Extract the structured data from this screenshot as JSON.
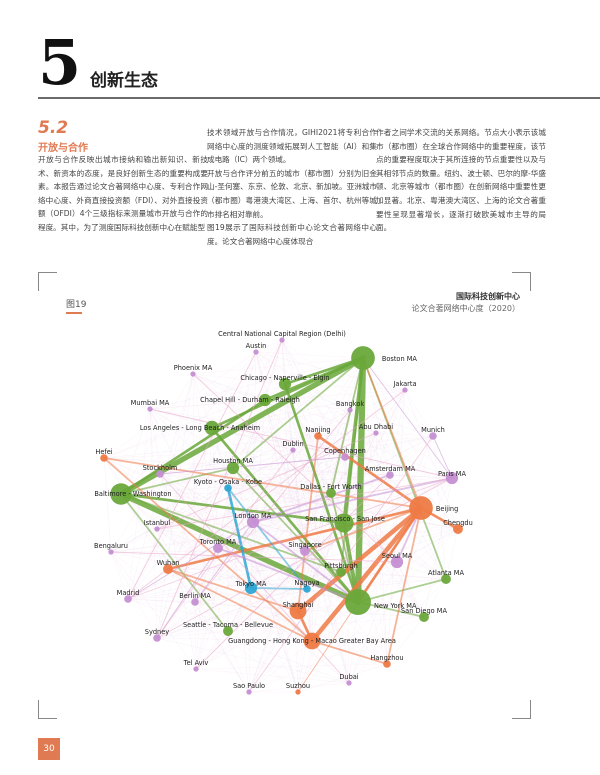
{
  "chapter": {
    "number": "5",
    "title": "创新生态"
  },
  "section": {
    "number": "5.2",
    "title": "开放与合作"
  },
  "body": {
    "col1": "开放与合作反映出城市接纳和输出新知识、新技术、新资本的态度，是良好创新生态的重要构成要素。本报告通过论文合著网络中心度、专利合作网络中心度、外商直接投资额（FDI）、对外直接投资额（OFDI）4个三级指标来测量城市开放与合作的程度。其中，为了测度国际科技创新中心在赋能型",
    "col2a": "技术领域开放与合作情况，GIHI2021将专利合作网络中心度的测度领域拓展到人工智能（AI）和集成电路（IC）两个领域。",
    "col2b": "开放与合作评分前五的城市（都市圈）分别为旧金山-圣何塞、东京、伦敦、北京、新加坡。亚洲城市（都市圈）粤港澳大湾区、上海、首尔、杭州等城市排名相对靠前。",
    "col2c": "图19展示了国际科技创新中心论文合著网络中心度。论文合著网络中心度体现合",
    "col3": "作者之间学术交流的关系网络。节点大小表示该城市（都市圈）在全球合作网络中的重要程度，该节点的重要程度取决于其所连接的节点重要性以及与其相邻节点的数量。纽约、波士顿、巴尔的摩-华盛顿、北京等城市（都市圈）在创新网络中重要性更加显著。北京、粤港澳大湾区、上海的论文合著重要性呈现显著增长，逐渐打破欧美城市主导的局面。"
  },
  "figure": {
    "label": "图19",
    "title": "国际科技创新中心",
    "subtitle": "论文合著网络中心度（2020）"
  },
  "colors": {
    "green": "#6aa83a",
    "orange": "#ee7a45",
    "purple": "#c58fd3",
    "pink": "#e9a6c8",
    "blue": "#2da7d4",
    "accent": "#e07a52"
  },
  "nodes": [
    {
      "name": "Central National Capital Region (Delhi)",
      "c": "purple",
      "r": 1
    },
    {
      "name": "Austin",
      "c": "purple",
      "r": 1
    },
    {
      "name": "Boston MA",
      "c": "green",
      "r": 9
    },
    {
      "name": "Phoenix MA",
      "c": "purple",
      "r": 1
    },
    {
      "name": "Chicago - Naperville - Elgin",
      "c": "green",
      "r": 4
    },
    {
      "name": "Jakarta",
      "c": "purple",
      "r": 1
    },
    {
      "name": "Mumbai MA",
      "c": "purple",
      "r": 1
    },
    {
      "name": "Chapel Hill - Durham - Raleigh",
      "c": "green",
      "r": 4
    },
    {
      "name": "Bangkok",
      "c": "purple",
      "r": 1
    },
    {
      "name": "Los Angeles - Long Beach - Anaheim",
      "c": "green",
      "r": 5
    },
    {
      "name": "Nanjing",
      "c": "orange",
      "r": 2
    },
    {
      "name": "Abu Dhabi",
      "c": "purple",
      "r": 1
    },
    {
      "name": "Munich",
      "c": "purple",
      "r": 2
    },
    {
      "name": "Dublin",
      "c": "purple",
      "r": 1
    },
    {
      "name": "Hefei",
      "c": "orange",
      "r": 2
    },
    {
      "name": "Houston MA",
      "c": "green",
      "r": 4
    },
    {
      "name": "Copenhagen",
      "c": "purple",
      "r": 2
    },
    {
      "name": "Stockholm",
      "c": "purple",
      "r": 2
    },
    {
      "name": "Amsterdam MA",
      "c": "purple",
      "r": 2
    },
    {
      "name": "Paris MA",
      "c": "purple",
      "r": 4
    },
    {
      "name": "Kyoto - Osaka - Kobe",
      "c": "blue",
      "r": 2
    },
    {
      "name": "Dallas - Fort Worth",
      "c": "green",
      "r": 3
    },
    {
      "name": "Baltimore - Washington",
      "c": "green",
      "r": 8
    },
    {
      "name": "Beijing",
      "c": "orange",
      "r": 9
    },
    {
      "name": "London MA",
      "c": "purple",
      "r": 4
    },
    {
      "name": "Istanbul",
      "c": "purple",
      "r": 1
    },
    {
      "name": "San Francisco - San Jose",
      "c": "green",
      "r": 7
    },
    {
      "name": "Chengdu",
      "c": "orange",
      "r": 3
    },
    {
      "name": "Toronto MA",
      "c": "purple",
      "r": 3
    },
    {
      "name": "Singapore",
      "c": "purple",
      "r": 3
    },
    {
      "name": "Bengaluru",
      "c": "purple",
      "r": 1
    },
    {
      "name": "Seoul MA",
      "c": "purple",
      "r": 4
    },
    {
      "name": "Wuhan",
      "c": "orange",
      "r": 3
    },
    {
      "name": "Pittsburgh",
      "c": "green",
      "r": 3
    },
    {
      "name": "Atlanta MA",
      "c": "green",
      "r": 3
    },
    {
      "name": "Tokyo MA",
      "c": "blue",
      "r": 4
    },
    {
      "name": "Nagoya",
      "c": "blue",
      "r": 2
    },
    {
      "name": "Madrid",
      "c": "purple",
      "r": 2
    },
    {
      "name": "Berlin MA",
      "c": "purple",
      "r": 2
    },
    {
      "name": "Shanghai",
      "c": "orange",
      "r": 6
    },
    {
      "name": "New York MA",
      "c": "green",
      "r": 10
    },
    {
      "name": "San Diego MA",
      "c": "green",
      "r": 3
    },
    {
      "name": "Seattle - Tacoma - Bellevue",
      "c": "green",
      "r": 3
    },
    {
      "name": "Sydney",
      "c": "purple",
      "r": 2
    },
    {
      "name": "Guangdong - Hong Kong - Macao Greater Bay Area",
      "c": "orange",
      "r": 6
    },
    {
      "name": "Hangzhou",
      "c": "orange",
      "r": 2
    },
    {
      "name": "Tel Aviv",
      "c": "purple",
      "r": 1
    },
    {
      "name": "Dubai",
      "c": "purple",
      "r": 1
    },
    {
      "name": "Sao Paulo",
      "c": "purple",
      "r": 1
    },
    {
      "name": "Suzhou",
      "c": "orange",
      "r": 1
    }
  ],
  "edges": [
    {
      "a": "New York MA",
      "b": "Boston MA",
      "w": 7,
      "c": "green"
    },
    {
      "a": "New York MA",
      "b": "Baltimore - Washington",
      "w": 6,
      "c": "green"
    },
    {
      "a": "Boston MA",
      "b": "Baltimore - Washington",
      "w": 6,
      "c": "green"
    },
    {
      "a": "New York MA",
      "b": "Los Angeles - Long Beach - Anaheim",
      "w": 3,
      "c": "green"
    },
    {
      "a": "Boston MA",
      "b": "Los Angeles - Long Beach - Anaheim",
      "w": 3,
      "c": "green"
    },
    {
      "a": "Boston MA",
      "b": "San Francisco - San Jose",
      "w": 4,
      "c": "green"
    },
    {
      "a": "New York MA",
      "b": "San Francisco - San Jose",
      "w": 4,
      "c": "green"
    },
    {
      "a": "Boston MA",
      "b": "Chicago - Naperville - Elgin",
      "w": 3,
      "c": "green"
    },
    {
      "a": "New York MA",
      "b": "Chicago - Naperville - Elgin",
      "w": 3,
      "c": "green"
    },
    {
      "a": "Boston MA",
      "b": "Chapel Hill - Durham - Raleigh",
      "w": 3,
      "c": "green"
    },
    {
      "a": "Baltimore - Washington",
      "b": "Chapel Hill - Durham - Raleigh",
      "w": 3,
      "c": "green"
    },
    {
      "a": "Baltimore - Washington",
      "b": "Houston MA",
      "w": 2,
      "c": "green"
    },
    {
      "a": "New York MA",
      "b": "Houston MA",
      "w": 2,
      "c": "green"
    },
    {
      "a": "Boston MA",
      "b": "Houston MA",
      "w": 2,
      "c": "green"
    },
    {
      "a": "Baltimore - Washington",
      "b": "San Francisco - San Jose",
      "w": 3,
      "c": "green"
    },
    {
      "a": "Boston MA",
      "b": "Pittsburgh",
      "w": 2,
      "c": "green"
    },
    {
      "a": "Baltimore - Washington",
      "b": "Pittsburgh",
      "w": 2,
      "c": "green"
    },
    {
      "a": "New York MA",
      "b": "Atlanta MA",
      "w": 2,
      "c": "green"
    },
    {
      "a": "Boston MA",
      "b": "Atlanta MA",
      "w": 2,
      "c": "green"
    },
    {
      "a": "New York MA",
      "b": "San Diego MA",
      "w": 2,
      "c": "green"
    },
    {
      "a": "Baltimore - Washington",
      "b": "Seattle - Tacoma - Bellevue",
      "w": 2,
      "c": "green"
    },
    {
      "a": "Boston MA",
      "b": "Dallas - Fort Worth",
      "w": 2,
      "c": "green"
    },
    {
      "a": "New York MA",
      "b": "Dallas - Fort Worth",
      "w": 2,
      "c": "green"
    },
    {
      "a": "Beijing",
      "b": "Shanghai",
      "w": 5,
      "c": "orange"
    },
    {
      "a": "Beijing",
      "b": "Guangdong - Hong Kong - Macao Greater Bay Area",
      "w": 5,
      "c": "orange"
    },
    {
      "a": "Shanghai",
      "b": "Guangdong - Hong Kong - Macao Greater Bay Area",
      "w": 3,
      "c": "orange"
    },
    {
      "a": "Beijing",
      "b": "Wuhan",
      "w": 3,
      "c": "orange"
    },
    {
      "a": "Beijing",
      "b": "Nanjing",
      "w": 3,
      "c": "orange"
    },
    {
      "a": "Beijing",
      "b": "Hefei",
      "w": 2,
      "c": "orange"
    },
    {
      "a": "Beijing",
      "b": "Chengdu",
      "w": 3,
      "c": "orange"
    },
    {
      "a": "Beijing",
      "b": "Hangzhou",
      "w": 2,
      "c": "orange"
    },
    {
      "a": "Beijing",
      "b": "New York MA",
      "w": 3,
      "c": "orange"
    },
    {
      "a": "Beijing",
      "b": "Boston MA",
      "w": 2,
      "c": "orange"
    },
    {
      "a": "Shanghai",
      "b": "Wuhan",
      "w": 2,
      "c": "orange"
    },
    {
      "a": "Shanghai",
      "b": "Nanjing",
      "w": 2,
      "c": "orange"
    },
    {
      "a": "Guangdong - Hong Kong - Macao Greater Bay Area",
      "b": "Wuhan",
      "w": 2,
      "c": "orange"
    },
    {
      "a": "Guangdong - Hong Kong - Macao Greater Bay Area",
      "b": "Hefei",
      "w": 2,
      "c": "orange"
    },
    {
      "a": "Guangdong - Hong Kong - Macao Greater Bay Area",
      "b": "Hangzhou",
      "w": 2,
      "c": "orange"
    },
    {
      "a": "Beijing",
      "b": "Suzhou",
      "w": 1,
      "c": "orange"
    },
    {
      "a": "Tokyo MA",
      "b": "Kyoto - Osaka - Kobe",
      "w": 3,
      "c": "blue"
    },
    {
      "a": "Tokyo MA",
      "b": "Nagoya",
      "w": 2,
      "c": "blue"
    },
    {
      "a": "Kyoto - Osaka - Kobe",
      "b": "Nagoya",
      "w": 2,
      "c": "blue"
    },
    {
      "a": "London MA",
      "b": "Paris MA",
      "w": 2,
      "c": "purple"
    },
    {
      "a": "London MA",
      "b": "Amsterdam MA",
      "w": 2,
      "c": "purple"
    },
    {
      "a": "Paris MA",
      "b": "Munich",
      "w": 1,
      "c": "purple"
    },
    {
      "a": "London MA",
      "b": "Madrid",
      "w": 1,
      "c": "purple"
    },
    {
      "a": "London MA",
      "b": "Berlin MA",
      "w": 1,
      "c": "purple"
    },
    {
      "a": "Toronto MA",
      "b": "Sydney",
      "w": 1,
      "c": "purple"
    },
    {
      "a": "Seoul MA",
      "b": "Beijing",
      "w": 2,
      "c": "purple"
    },
    {
      "a": "Singapore",
      "b": "Beijing",
      "w": 2,
      "c": "orange"
    },
    {
      "a": "Toronto MA",
      "b": "New York MA",
      "w": 2,
      "c": "purple"
    },
    {
      "a": "London MA",
      "b": "New York MA",
      "w": 2,
      "c": "purple"
    },
    {
      "a": "Paris MA",
      "b": "Boston MA",
      "w": 1,
      "c": "purple"
    },
    {
      "a": "Copenhagen",
      "b": "Stockholm",
      "w": 1,
      "c": "purple"
    },
    {
      "a": "Madrid",
      "b": "Paris MA",
      "w": 1,
      "c": "pink"
    },
    {
      "a": "Sydney",
      "b": "Paris MA",
      "w": 1,
      "c": "pink"
    },
    {
      "a": "Mumbai MA",
      "b": "Paris MA",
      "w": 1,
      "c": "pink"
    },
    {
      "a": "Istanbul",
      "b": "Paris MA",
      "w": 1,
      "c": "pink"
    },
    {
      "a": "Bengaluru",
      "b": "Seoul MA",
      "w": 1,
      "c": "pink"
    },
    {
      "a": "Phoenix MA",
      "b": "Seoul MA",
      "w": 1,
      "c": "pink"
    },
    {
      "a": "Jakarta",
      "b": "Madrid",
      "w": 1,
      "c": "pink"
    },
    {
      "a": "Tel Aviv",
      "b": "Amsterdam MA",
      "w": 1,
      "c": "pink"
    },
    {
      "a": "Sao Paulo",
      "b": "Munich",
      "w": 1,
      "c": "pink"
    },
    {
      "a": "Dubai",
      "b": "Stockholm",
      "w": 1,
      "c": "pink"
    },
    {
      "a": "Central National Capital Region (Delhi)",
      "b": "Sydney",
      "w": 1,
      "c": "pink"
    },
    {
      "a": "Austin",
      "b": "Madrid",
      "w": 1,
      "c": "pink"
    },
    {
      "a": "Bangkok",
      "b": "Berlin MA",
      "w": 1,
      "c": "pink"
    },
    {
      "a": "Abu Dhabi",
      "b": "Istanbul",
      "w": 1,
      "c": "pink"
    },
    {
      "a": "Dublin",
      "b": "Sydney",
      "w": 1,
      "c": "pink"
    }
  ]
}
